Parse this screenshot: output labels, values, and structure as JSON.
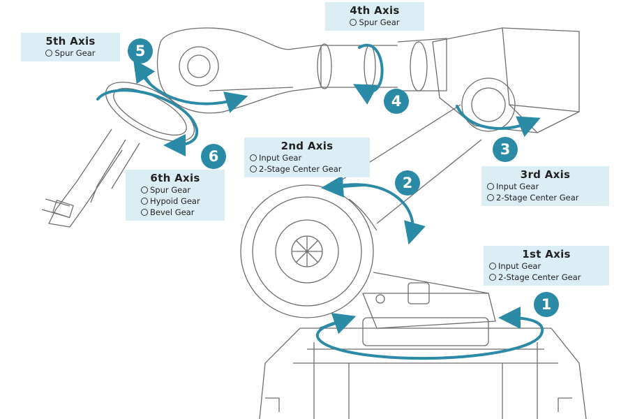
{
  "colors": {
    "accent": "#2b8aa6",
    "label_bg": "#dbeef4",
    "line": "#6d6d6d"
  },
  "axes": [
    {
      "title": "1st Axis",
      "number": "1",
      "items": [
        "Input Gear",
        "2-Stage Center Gear"
      ]
    },
    {
      "title": "2nd Axis",
      "number": "2",
      "items": [
        "Input Gear",
        "2-Stage Center Gear"
      ]
    },
    {
      "title": "3rd Axis",
      "number": "3",
      "items": [
        "Input Gear",
        "2-Stage Center Gear"
      ]
    },
    {
      "title": "4th Axis",
      "number": "4",
      "items": [
        "Spur Gear"
      ]
    },
    {
      "title": "5th Axis",
      "number": "5",
      "items": [
        "Spur Gear"
      ]
    },
    {
      "title": "6th Axis",
      "number": "6",
      "items": [
        "Spur Gear",
        "Hypoid Gear",
        "Bevel Gear"
      ]
    }
  ]
}
